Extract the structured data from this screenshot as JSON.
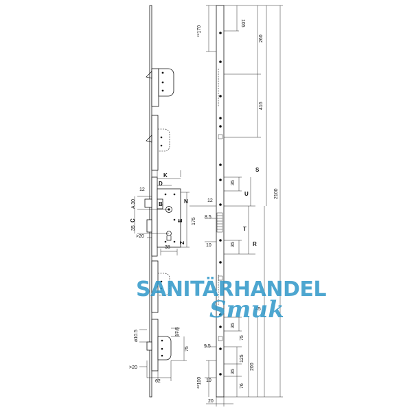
{
  "drawing": {
    "dimensions": {
      "d105": "105",
      "d170": "**170",
      "d260": "260",
      "d416": "416",
      "dS": "S",
      "d2100": "2100",
      "dK": "K",
      "dD": "D",
      "d12a": "12",
      "dA30": "A 30",
      "dB": "B",
      "dN": "N",
      "d175": "175",
      "dC": "C",
      "d35a": "35",
      "dE": "E",
      "dZ": "Z",
      "d20a": ">20",
      "d38": "38",
      "d12b": "12",
      "d8_5a": "8.5",
      "d10a": "10",
      "d35b": "35",
      "dU": "U",
      "d35c": "35",
      "dT": "T",
      "dR": "R",
      "d45": "45",
      "d10_5": "ø10.5",
      "d17_5": "17.5",
      "d75a": "75",
      "d20b": ">20",
      "d62": "62",
      "d35d": "35",
      "d9_5": "9.5",
      "d75b": "75",
      "d125": "125",
      "d200": "200",
      "d35e": "35",
      "d100": "**100",
      "d10b": "10",
      "d76": "76",
      "d20c": "20"
    },
    "watermark": {
      "line1": "SANITÄRHANDEL",
      "line2": "Smuk"
    },
    "colors": {
      "ink": "#111111",
      "watermark": "#2f97c8"
    }
  }
}
